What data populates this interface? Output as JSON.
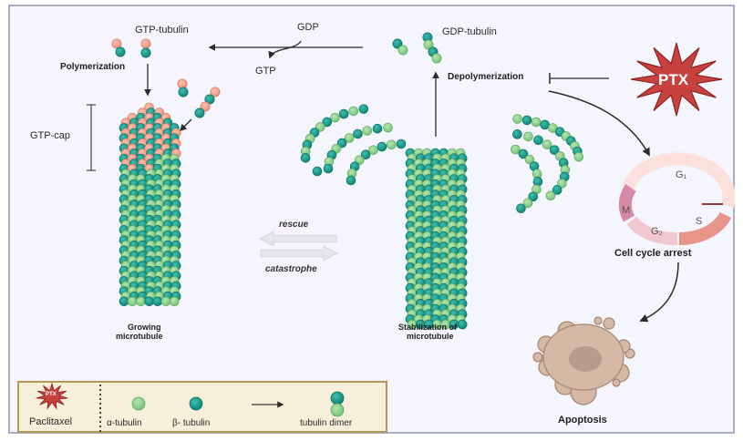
{
  "labels": {
    "gtp_tubulin": "GTP-tubulin",
    "gdp": "GDP",
    "gtp": "GTP",
    "gdp_tubulin": "GDP-tubulin",
    "polymerization": "Polymerization",
    "depolymerization": "Depolymerization",
    "gtp_cap": "GTP-cap",
    "rescue": "rescue",
    "catastrophe": "catastrophe",
    "growing_microtubule_1": "Growing",
    "growing_microtubule_2": "microtubule",
    "stabilization_1": "Stabilization of",
    "stabilization_2": "microtubule",
    "cell_cycle_arrest": "Cell cycle arrest",
    "apoptosis": "Apoptosis",
    "ptx": "PTX"
  },
  "cell_cycle": {
    "phases": [
      "G₁",
      "S",
      "G₂",
      "M"
    ]
  },
  "legend": {
    "ptx_small": "PTX",
    "paclitaxel": "Paclitaxel",
    "alpha_tubulin": "α-tubulin",
    "beta_tubulin": "β- tubulin",
    "tubulin_dimer": "tubulin dimer"
  },
  "colors": {
    "alpha": "#8fd08e",
    "beta": "#169c8c",
    "gtp_tubulin": "#f4a08a",
    "ptx_red": "#c7413f",
    "background": "#f5f6fd"
  }
}
